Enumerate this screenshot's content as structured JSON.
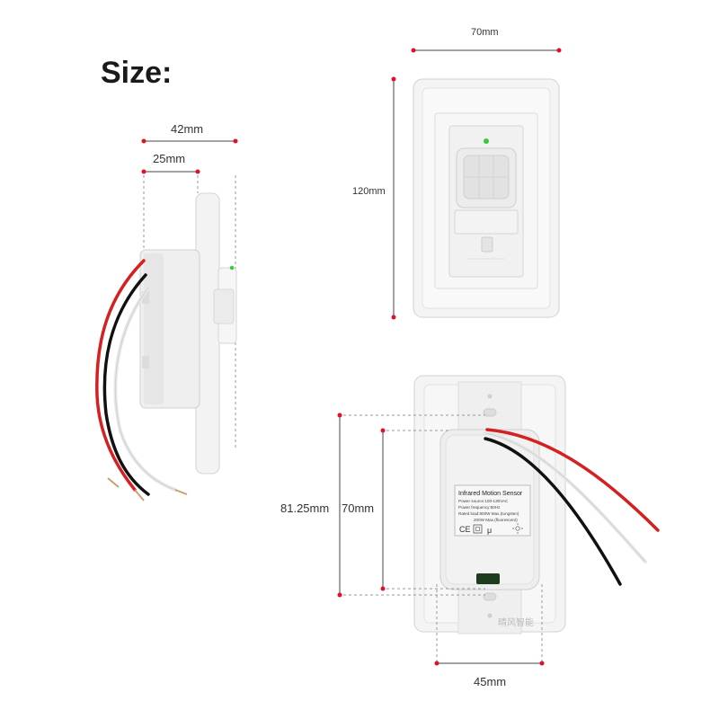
{
  "heading": "Size:",
  "dimensions": {
    "side_depth_total": "42mm",
    "side_depth_body": "25mm",
    "front_width": "70mm",
    "front_height": "120mm",
    "back_outer_height": "81.25mm",
    "back_inner_height": "70mm",
    "back_width": "45mm"
  },
  "product_label": {
    "title": "Infrared Motion Sensor",
    "lines": [
      "Power source:100-130VAC",
      "Power frequency:50Hz",
      "Rated load:800W Max.(tungsten)",
      "200W Max.(fluorescent)"
    ]
  },
  "watermark": "晴风智能",
  "colors": {
    "marker": "#e0102a",
    "led": "#33cc33",
    "wire_red": "#d42020",
    "wire_black": "#111111",
    "plate": "#f4f4f4"
  }
}
